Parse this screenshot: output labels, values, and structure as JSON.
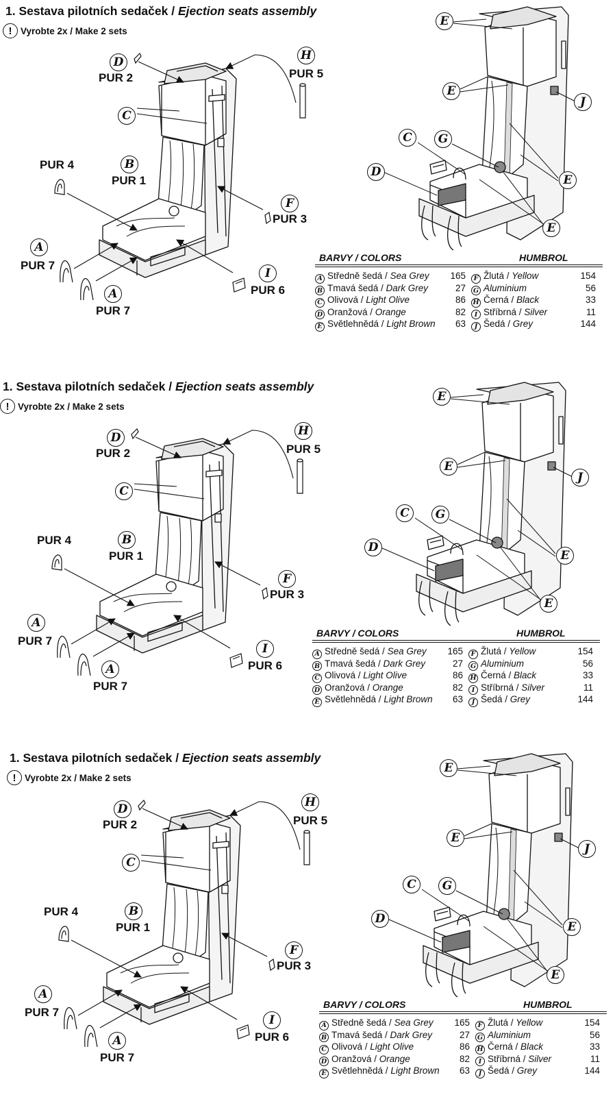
{
  "panels": [
    {
      "title_cz": "1. Sestava pilotních sedaček /",
      "title_en": "Ejection seats assembly",
      "make": "Vyrobte 2x / Make 2 sets",
      "labels": {
        "pur1": "PUR 1",
        "pur2": "PUR 2",
        "pur3": "PUR 3",
        "pur4": "PUR 4",
        "pur5": "PUR 5",
        "pur6": "PUR 6",
        "pur7a": "PUR 7",
        "pur7b": "PUR 7"
      },
      "callouts": {
        "A": "A",
        "B": "B",
        "C": "C",
        "D": "D",
        "E": "E",
        "F": "F",
        "G": "G",
        "H": "H",
        "I": "I",
        "J": "J"
      },
      "colors": {
        "header_left": "BARVY / COLORS",
        "header_right": "HUMBROL",
        "left": [
          {
            "letter": "A",
            "cz": "Středně šedá /",
            "en": "Sea Grey",
            "code": "165"
          },
          {
            "letter": "B",
            "cz": "Tmavá šedá /",
            "en": "Dark Grey",
            "code": "27"
          },
          {
            "letter": "C",
            "cz": "Olivová /",
            "en": "Light Olive",
            "code": "86"
          },
          {
            "letter": "D",
            "cz": "Oranžová /",
            "en": "Orange",
            "code": "82"
          },
          {
            "letter": "E",
            "cz": "Světlehnědá /",
            "en": "Light Brown",
            "code": "63"
          }
        ],
        "right": [
          {
            "letter": "F",
            "cz": "Žlutá /",
            "en": "Yellow",
            "code": "154"
          },
          {
            "letter": "G",
            "cz": "",
            "en": "Aluminium",
            "code": "56"
          },
          {
            "letter": "H",
            "cz": "Černá /",
            "en": "Black",
            "code": "33"
          },
          {
            "letter": "I",
            "cz": "Stříbrná /",
            "en": "Silver",
            "code": "11"
          },
          {
            "letter": "J",
            "cz": "Šedá /",
            "en": "Grey",
            "code": "144"
          }
        ]
      }
    },
    {
      "title_cz": "1. Sestava pilotních sedaček /",
      "title_en": "Ejection seats assembly",
      "make": "Vyrobte 2x / Make 2 sets",
      "labels": {
        "pur1": "PUR 1",
        "pur2": "PUR 2",
        "pur3": "PUR 3",
        "pur4": "PUR 4",
        "pur5": "PUR 5",
        "pur6": "PUR 6",
        "pur7a": "PUR 7",
        "pur7b": "PUR 7"
      },
      "callouts": {
        "A": "A",
        "B": "B",
        "C": "C",
        "D": "D",
        "E": "E",
        "F": "F",
        "G": "G",
        "H": "H",
        "I": "I",
        "J": "J"
      },
      "colors": {
        "header_left": "BARVY / COLORS",
        "header_right": "HUMBROL",
        "left": [
          {
            "letter": "A",
            "cz": "Středně šedá /",
            "en": "Sea Grey",
            "code": "165"
          },
          {
            "letter": "B",
            "cz": "Tmavá šedá /",
            "en": "Dark Grey",
            "code": "27"
          },
          {
            "letter": "C",
            "cz": "Olivová /",
            "en": "Light Olive",
            "code": "86"
          },
          {
            "letter": "D",
            "cz": "Oranžová /",
            "en": "Orange",
            "code": "82"
          },
          {
            "letter": "E",
            "cz": "Světlehnědá /",
            "en": "Light Brown",
            "code": "63"
          }
        ],
        "right": [
          {
            "letter": "F",
            "cz": "Žlutá /",
            "en": "Yellow",
            "code": "154"
          },
          {
            "letter": "G",
            "cz": "",
            "en": "Aluminium",
            "code": "56"
          },
          {
            "letter": "H",
            "cz": "Černá /",
            "en": "Black",
            "code": "33"
          },
          {
            "letter": "I",
            "cz": "Stříbrná /",
            "en": "Silver",
            "code": "11"
          },
          {
            "letter": "J",
            "cz": "Šedá /",
            "en": "Grey",
            "code": "144"
          }
        ]
      }
    },
    {
      "title_cz": "1. Sestava pilotních sedaček /",
      "title_en": "Ejection seats assembly",
      "make": "Vyrobte 2x / Make 2 sets",
      "labels": {
        "pur1": "PUR 1",
        "pur2": "PUR 2",
        "pur3": "PUR 3",
        "pur4": "PUR 4",
        "pur5": "PUR 5",
        "pur6": "PUR 6",
        "pur7a": "PUR 7",
        "pur7b": "PUR 7"
      },
      "callouts": {
        "A": "A",
        "B": "B",
        "C": "C",
        "D": "D",
        "E": "E",
        "F": "F",
        "G": "G",
        "H": "H",
        "I": "I",
        "J": "J"
      },
      "colors": {
        "header_left": "BARVY / COLORS",
        "header_right": "HUMBROL",
        "left": [
          {
            "letter": "A",
            "cz": "Středně šedá /",
            "en": "Sea Grey",
            "code": "165"
          },
          {
            "letter": "B",
            "cz": "Tmavá šedá /",
            "en": "Dark Grey",
            "code": "27"
          },
          {
            "letter": "C",
            "cz": "Olivová /",
            "en": "Light Olive",
            "code": "86"
          },
          {
            "letter": "D",
            "cz": "Oranžová /",
            "en": "Orange",
            "code": "82"
          },
          {
            "letter": "E",
            "cz": "Světlehnědá /",
            "en": "Light Brown",
            "code": "63"
          }
        ],
        "right": [
          {
            "letter": "F",
            "cz": "Žlutá /",
            "en": "Yellow",
            "code": "154"
          },
          {
            "letter": "G",
            "cz": "",
            "en": "Aluminium",
            "code": "56"
          },
          {
            "letter": "H",
            "cz": "Černá /",
            "en": "Black",
            "code": "33"
          },
          {
            "letter": "I",
            "cz": "Stříbrná /",
            "en": "Silver",
            "code": "11"
          },
          {
            "letter": "J",
            "cz": "Šedá /",
            "en": "Grey",
            "code": "144"
          }
        ]
      }
    }
  ]
}
